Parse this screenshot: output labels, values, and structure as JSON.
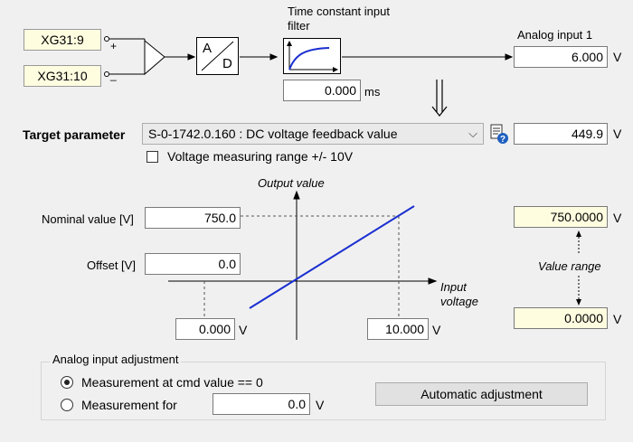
{
  "inputs": {
    "xg31_9": "XG31:9",
    "xg31_10": "XG31:10",
    "plus": "+",
    "minus": "_"
  },
  "filter": {
    "title_line1": "Time constant input",
    "title_line2": "filter",
    "value": "0.000",
    "unit": "ms"
  },
  "converter": {
    "a": "A",
    "d": "D"
  },
  "analog_input": {
    "label": "Analog input 1",
    "value": "6.000",
    "unit": "V"
  },
  "target": {
    "label": "Target parameter",
    "selected": "S-0-1742.0.160 : DC voltage feedback value",
    "value": "449.9",
    "unit": "V",
    "checkbox_label": "Voltage measuring range +/- 10V",
    "checkbox_checked": false
  },
  "graph": {
    "output_label": "Output value",
    "input_label_line1": "Input",
    "input_label_line2": "voltage"
  },
  "nominal": {
    "label": "Nominal value [V]",
    "value": "750.0"
  },
  "offset": {
    "label": "Offset [V]",
    "value": "0.0"
  },
  "x_low": {
    "value": "0.000",
    "unit": "V"
  },
  "x_high": {
    "value": "10.000",
    "unit": "V"
  },
  "value_range": {
    "label": "Value range",
    "max": "750.0000",
    "min": "0.0000",
    "unit": "V"
  },
  "adjustment": {
    "group_label": "Analog input adjustment",
    "option1": "Measurement at cmd value == 0",
    "option2": "Measurement for",
    "option2_value": "0.0",
    "option2_unit": "V",
    "selected": "option1",
    "auto_button": "Automatic adjustment"
  },
  "colors": {
    "line": "#1a2fd0",
    "filter_curve": "#1a2fd0",
    "yellow_field": "#fffde0"
  }
}
